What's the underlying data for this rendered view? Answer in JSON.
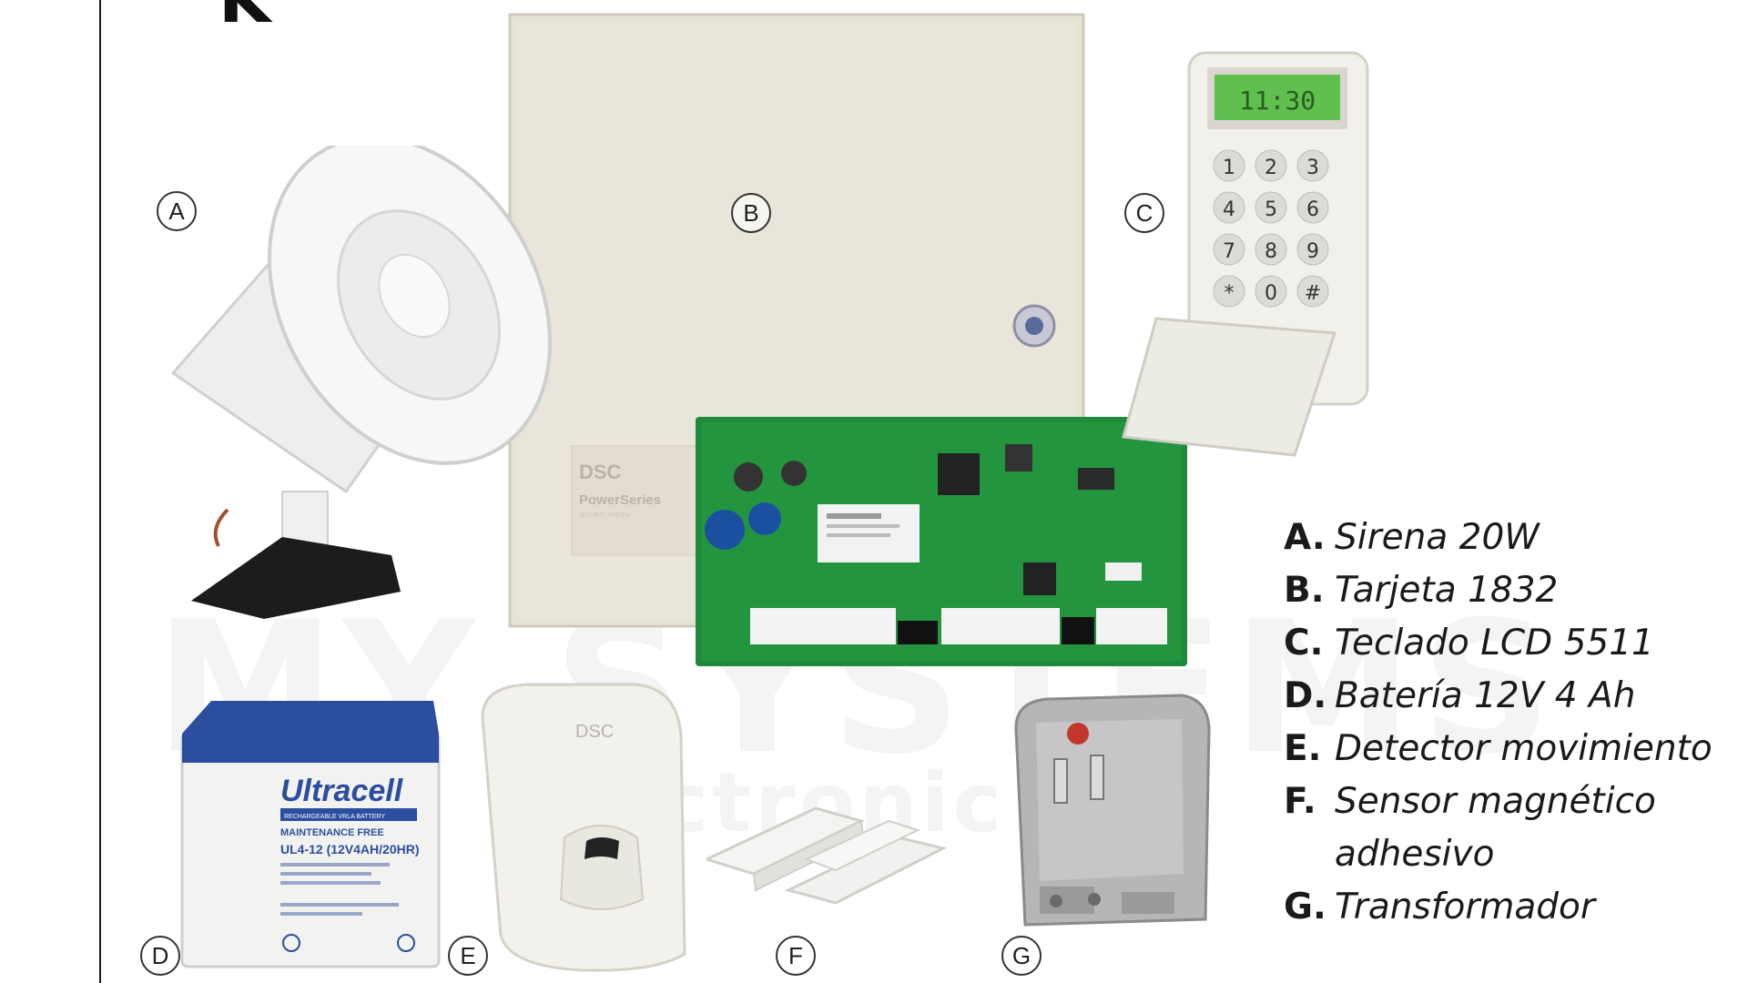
{
  "header": {
    "title_fragment": "K"
  },
  "watermark": {
    "text": "MY SYSTEMS",
    "subtext": "electronic"
  },
  "products": [
    {
      "badge": "A",
      "icon": "siren-horn-icon"
    },
    {
      "badge": "B",
      "icon": "control-panel-box-icon",
      "brand": "DSC",
      "series": "PowerSeries",
      "series_sub": "SECURITY SYSTEM"
    },
    {
      "badge": "C",
      "icon": "lcd-keypad-icon",
      "display": "11:30",
      "keys": [
        "1",
        "2",
        "3",
        "4",
        "5",
        "6",
        "7",
        "8",
        "9",
        "*",
        "0",
        "#"
      ]
    },
    {
      "badge": "D",
      "icon": "battery-icon",
      "brand": "Ultracell",
      "band": "RECHARGEABLE VRLA BATTERY",
      "note": "MAINTENANCE FREE",
      "model": "UL4-12 (12V4AH/20HR)"
    },
    {
      "badge": "E",
      "icon": "motion-detector-icon",
      "brand": "DSC"
    },
    {
      "badge": "F",
      "icon": "magnetic-sensor-icon"
    },
    {
      "badge": "G",
      "icon": "transformer-icon"
    }
  ],
  "legend": [
    {
      "letter": "A.",
      "text": "Sirena 20W"
    },
    {
      "letter": "B.",
      "text": "Tarjeta 1832"
    },
    {
      "letter": "C.",
      "text": "Teclado LCD 5511"
    },
    {
      "letter": "D.",
      "text": "Batería 12V 4 Ah"
    },
    {
      "letter": "E.",
      "text": "Detector movimiento"
    },
    {
      "letter": "F.",
      "text": "Sensor magnético adhesivo"
    },
    {
      "letter": "G.",
      "text": "Transformador"
    }
  ],
  "colors": {
    "board_green": "#1f8a3c",
    "lcd_green": "#5fc04f",
    "battery_blue": "#2b4ea0",
    "panel_beige": "#e6e2d6"
  }
}
